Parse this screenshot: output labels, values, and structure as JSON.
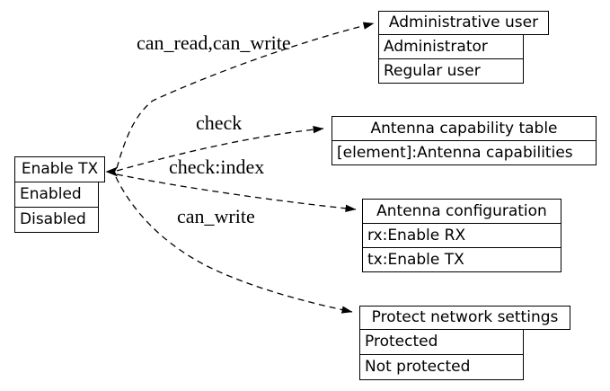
{
  "diagram": {
    "background_color": "#ffffff",
    "line_color": "#000000",
    "edge_style": "dashed",
    "nodes": [
      {
        "id": "enable-tx",
        "title": "Enable TX",
        "rows": [
          "Enabled",
          "Disabled"
        ]
      },
      {
        "id": "administrative-user",
        "title": "Administrative user",
        "rows": [
          "Administrator",
          "Regular user"
        ]
      },
      {
        "id": "antenna-capability-table",
        "title": "Antenna capability table",
        "rows": [
          "[element]:Antenna capabilities"
        ]
      },
      {
        "id": "antenna-configuration",
        "title": "Antenna configuration",
        "rows": [
          "rx:Enable RX",
          "tx:Enable TX"
        ]
      },
      {
        "id": "protect-network-settings",
        "title": "Protect network settings",
        "rows": [
          "Protected",
          "Not protected"
        ]
      }
    ],
    "edges": [
      {
        "from": "Enable TX",
        "to": "Administrative user",
        "label": "can_read,can_write"
      },
      {
        "from": "Enable TX",
        "to": "Antenna capability table",
        "label": "check"
      },
      {
        "from": "Enable TX",
        "to": "Antenna configuration",
        "label": "check:index"
      },
      {
        "from": "Enable TX",
        "to": "Protect network settings",
        "label": "can_write"
      }
    ]
  }
}
